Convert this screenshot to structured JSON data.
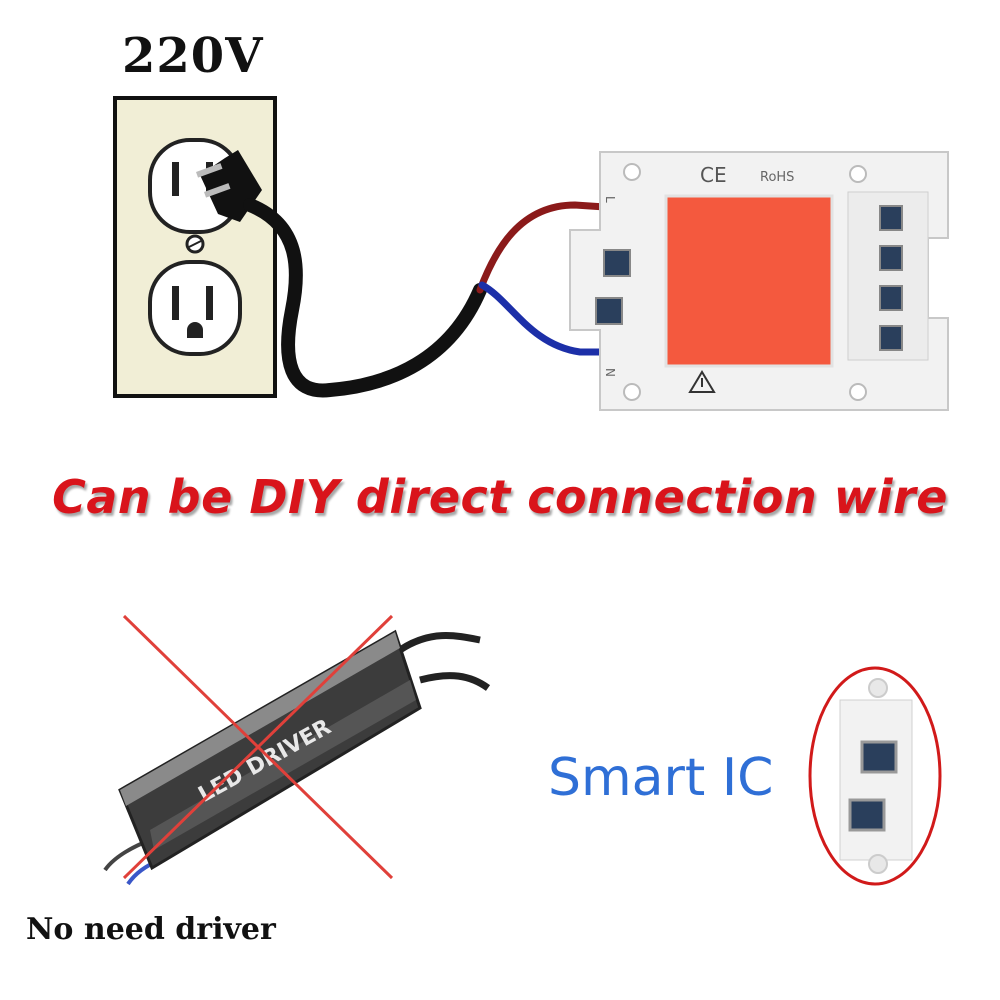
{
  "voltage": "220V",
  "headline": "Can be DIY direct connection wire",
  "driver_caption": "No need driver",
  "ic_caption": "Smart IC",
  "board": {
    "ce_mark": "CE",
    "rohs_mark": "RoHS",
    "terminal_l": "L",
    "terminal_n": "N"
  },
  "driver_box": {
    "label": "LED DRIVER"
  },
  "colors": {
    "headline": "#d9141b",
    "ic_text": "#2f6fd6",
    "led_chip": "#f4593e",
    "live_wire": "#8b1a1a",
    "neutral_wire": "#1c2fa8",
    "cross": "#e0403a",
    "outlet_bg": "#f1eed6"
  }
}
